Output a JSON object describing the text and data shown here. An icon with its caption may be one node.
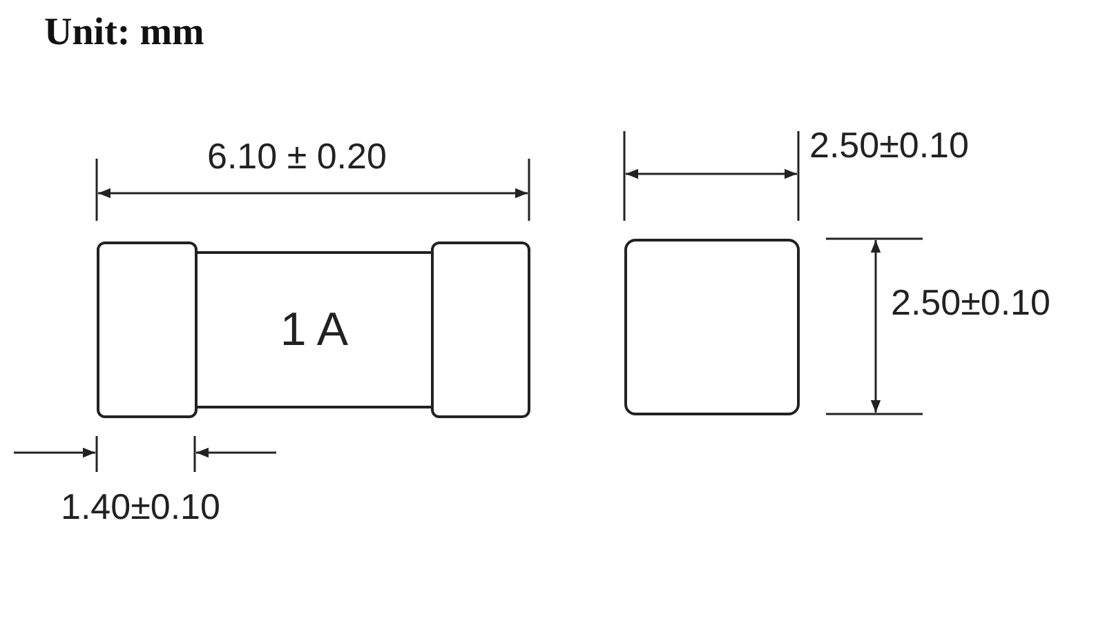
{
  "diagram": {
    "title": "Unit: mm",
    "nodes": [
      {
        "text": [],
        "shape": "box"
      },
      {
        "text": [
          "1 A"
        ]
      },
      {
        "text": [],
        "shape": "box"
      },
      {
        "text": [],
        "shape": "box"
      }
    ],
    "labels": [
      "6.10 ± 0.20",
      "2.50±0.10",
      "2.50±0.10",
      "1.40±0.10"
    ]
  }
}
